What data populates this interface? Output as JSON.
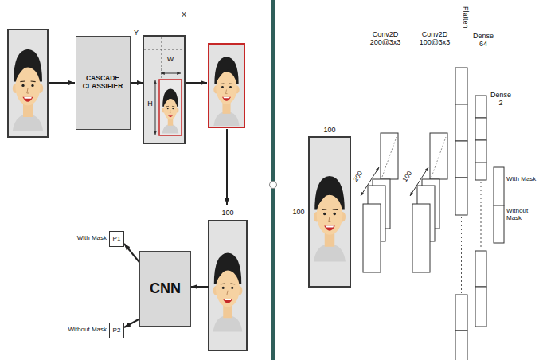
{
  "diagram": {
    "nodes": [
      {
        "text": [
          "CASCADE CLASSIFIER"
        ]
      },
      {
        "text": [
          "X",
          "Y",
          "W",
          "H"
        ]
      },
      {
        "text": [
          "100"
        ]
      },
      {
        "text": [
          "CNN"
        ]
      },
      {
        "text": [
          "P1"
        ]
      },
      {
        "text": [
          "P2"
        ]
      }
    ],
    "edges": [
      {
        "from": 0,
        "to": 1,
        "arrow": "to"
      },
      {
        "from": 2,
        "to": 3,
        "arrow": "to"
      },
      {
        "from": 3,
        "to": 4,
        "arrow": "to"
      },
      {
        "from": 3,
        "to": 5,
        "arrow": "to"
      }
    ],
    "labels": [
      "With Mask",
      "Without Mask",
      "100",
      "100",
      "Conv2D 200@3x3",
      "200",
      "Conv2D 100@3x3",
      "100",
      "Flatten",
      "Dense 64",
      "Dense 2",
      "With Mask",
      "Without Mask"
    ]
  }
}
